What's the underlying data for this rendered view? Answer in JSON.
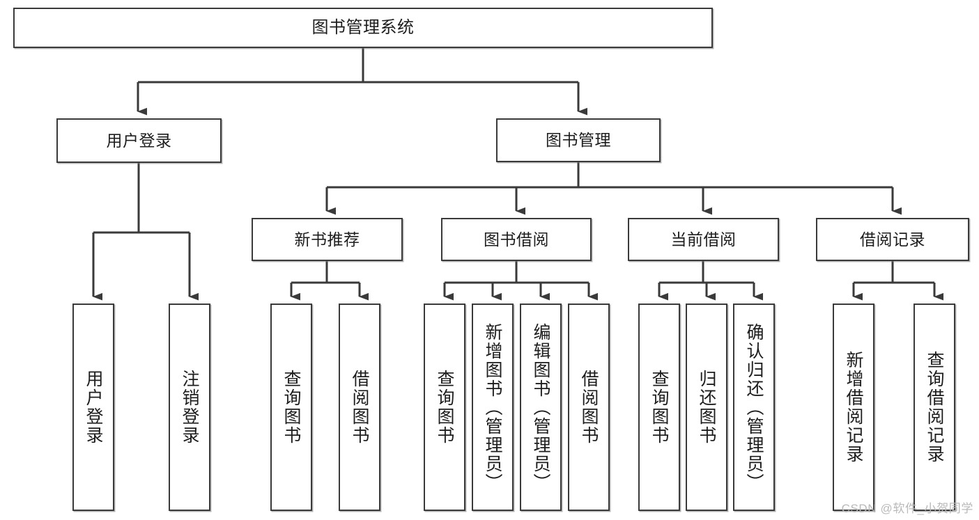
{
  "diagram": {
    "title": "图书管理系统",
    "type": "hierarchy-tree-flowchart",
    "line_color": "#3a3a3a",
    "box_fill": "#ffffff",
    "text_color": "#1d1d1d"
  },
  "nodes": {
    "root": {
      "label": "图书管理系统"
    },
    "level1": [
      {
        "label": "用户登录"
      },
      {
        "label": "图书管理"
      }
    ],
    "level2": [
      {
        "label": "新书推荐"
      },
      {
        "label": "图书借阅"
      },
      {
        "label": "当前借阅"
      },
      {
        "label": "借阅记录"
      }
    ],
    "leaves_user_login": [
      {
        "label": "用户登录"
      },
      {
        "label": "注销登录"
      }
    ],
    "leaves_new_book": [
      {
        "label": "查询图书"
      },
      {
        "label": "借阅图书"
      }
    ],
    "leaves_book_borrow": [
      {
        "label": "查询图书"
      },
      {
        "label": "新增图书（管理员）"
      },
      {
        "label": "编辑图书（管理员）"
      },
      {
        "label": "借阅图书"
      }
    ],
    "leaves_current_borrow": [
      {
        "label": "查询图书"
      },
      {
        "label": "归还图书"
      },
      {
        "label": "确认归还（管理员）"
      }
    ],
    "leaves_borrow_record": [
      {
        "label": "新增借阅记录"
      },
      {
        "label": "查询借阅记录"
      }
    ]
  },
  "watermark": {
    "text": "CSDN @软件_小贺同学"
  }
}
